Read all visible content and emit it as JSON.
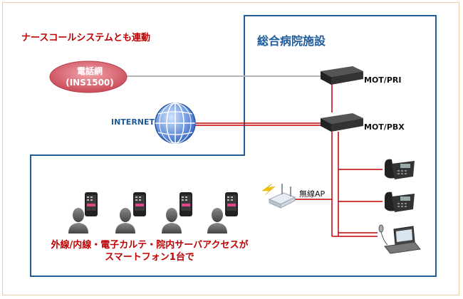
{
  "header": {
    "nurse_call": "ナースコールシステムとも連動",
    "hospital": "総合病院施設"
  },
  "network": {
    "phone_network_line1": "電話網",
    "phone_network_line2": "(INS1500)",
    "internet": "INTERNET"
  },
  "devices": {
    "mot_pri": "MOT/PRI",
    "mot_pbx": "MOT/PBX",
    "wireless_ap": "無線AP"
  },
  "caption": {
    "line1": "外線/内線・電子カルテ・院内サーバアクセスが",
    "line2": "スマートフォン1台で"
  },
  "colors": {
    "boundary": "#1f5c99",
    "link_red": "#c00000",
    "link_gray": "#b5b5b5",
    "cloud": "#d9707a"
  }
}
